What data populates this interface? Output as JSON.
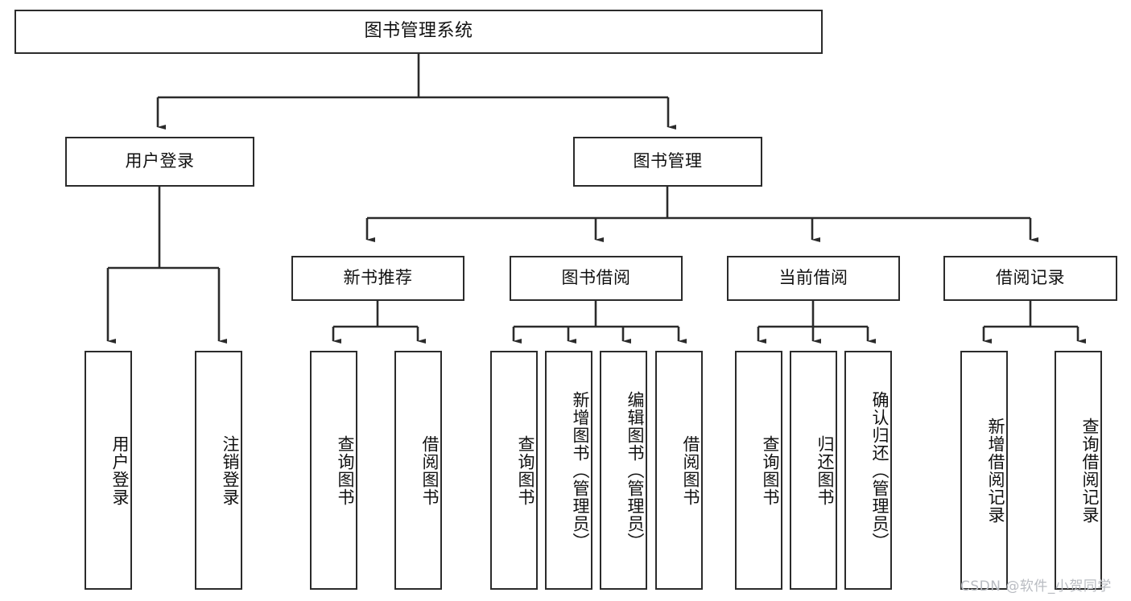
{
  "diagram": {
    "title": "图书管理系统",
    "type": "tree-hierarchy-chart",
    "background_color": "#ffffff",
    "stroke_color": "#2b2b2b",
    "text_color": "#111111"
  },
  "root": {
    "label": "图书管理系统"
  },
  "level2": [
    {
      "label": "用户登录"
    },
    {
      "label": "图书管理"
    }
  ],
  "level3": [
    {
      "label": "新书推荐"
    },
    {
      "label": "图书借阅"
    },
    {
      "label": "当前借阅"
    },
    {
      "label": "借阅记录"
    }
  ],
  "leaves": {
    "user_login": [
      {
        "label": "用户登录"
      },
      {
        "label": "注销登录"
      }
    ],
    "new_book_recommend": [
      {
        "label": "查询图书"
      },
      {
        "label": "借阅图书"
      }
    ],
    "book_borrow": [
      {
        "label": "查询图书"
      },
      {
        "label": "新增图书（管理员）"
      },
      {
        "label": "编辑图书（管理员）"
      },
      {
        "label": "借阅图书"
      }
    ],
    "current_borrow": [
      {
        "label": "查询图书"
      },
      {
        "label": "归还图书"
      },
      {
        "label": "确认归还（管理员）"
      }
    ],
    "borrow_record": [
      {
        "label": "新增借阅记录"
      },
      {
        "label": "查询借阅记录"
      }
    ]
  },
  "watermark": {
    "text": "CSDN @软件_小贺同学",
    "color": "#b9bcc2"
  }
}
